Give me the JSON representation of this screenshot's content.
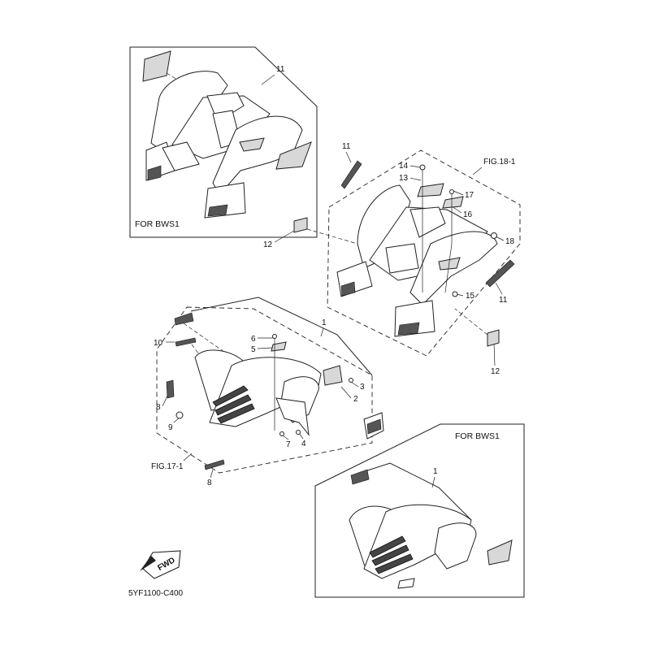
{
  "diagram": {
    "code": "5YF1100-C400",
    "fwd_badge": "FWD",
    "top_left_box": {
      "caption": "FOR  BWS1",
      "callout": "11"
    },
    "bottom_right_box": {
      "caption": "FOR  BWS1",
      "callout": "1"
    },
    "rear_fender": {
      "fig_ref": "FIG.18-1",
      "callouts": [
        "11",
        "14",
        "13",
        "17",
        "16",
        "18",
        "12",
        "15",
        "11",
        "12"
      ]
    },
    "front_fender": {
      "fig_ref": "FIG.17-1",
      "callouts": [
        "1",
        "10",
        "6",
        "5",
        "3",
        "2",
        "8",
        "9",
        "7",
        "4",
        "8"
      ]
    }
  }
}
